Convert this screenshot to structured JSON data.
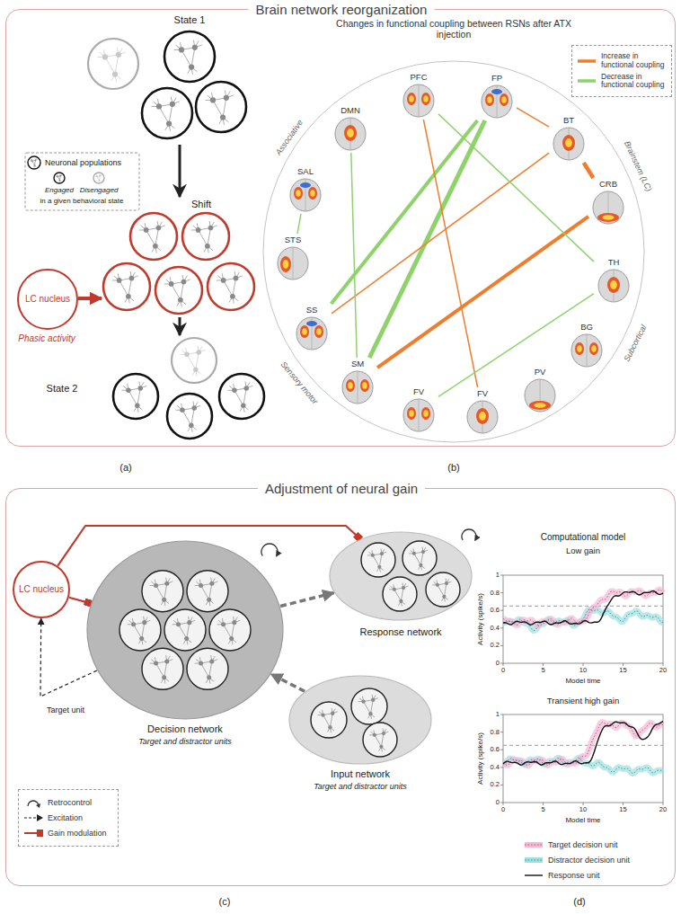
{
  "diagram": {
    "nodes": [
      {
        "text": [
          "Brain network reorganization"
        ]
      },
      {
        "text": [
          "State 1"
        ],
        "in": 0
      },
      {
        "text": [
          "Shift"
        ],
        "in": 0
      },
      {
        "text": [
          "LC nucleus"
        ],
        "in": 0
      },
      {
        "text": [
          "State 2"
        ],
        "in": 0
      },
      {
        "text": [
          "SAL"
        ],
        "in": 0
      },
      {
        "text": [
          "DMN"
        ],
        "in": 0
      },
      {
        "text": [
          "PFC"
        ],
        "in": 0
      },
      {
        "text": [
          "FP"
        ],
        "in": 0
      },
      {
        "text": [
          "BT"
        ],
        "in": 0
      },
      {
        "text": [
          "CRB"
        ],
        "in": 0
      },
      {
        "text": [
          "TH"
        ],
        "in": 0
      },
      {
        "text": [
          "BG"
        ],
        "in": 0
      },
      {
        "text": [
          "STS"
        ],
        "in": 0
      },
      {
        "text": [
          "SS"
        ],
        "in": 0
      },
      {
        "text": [
          "SM"
        ],
        "in": 0
      },
      {
        "text": [
          "FV"
        ],
        "in": 0
      },
      {
        "text": [
          "FV"
        ],
        "in": 0
      },
      {
        "text": [
          "PV"
        ],
        "in": 0
      },
      {
        "text": [
          "Adjustment of neural gain"
        ]
      },
      {
        "text": [
          "LC nucleus"
        ],
        "in": 19
      },
      {
        "text": [
          "Decision network",
          "Target and distractor units"
        ],
        "in": 19
      },
      {
        "text": [
          "Response network"
        ],
        "in": 19
      },
      {
        "text": [
          "Input network",
          "Target and distractor units"
        ],
        "in": 19
      }
    ],
    "edges": [
      {
        "from": 1,
        "to": 2,
        "arrow": "to"
      },
      {
        "from": 2,
        "to": 4,
        "arrow": "to"
      },
      {
        "from": 3,
        "to": 2,
        "arrow": "to"
      },
      {
        "from": 8,
        "to": 15,
        "arrow": "none"
      },
      {
        "from": 8,
        "to": 14,
        "arrow": "none"
      },
      {
        "from": 10,
        "to": 15,
        "arrow": "none"
      },
      {
        "from": 9,
        "to": 10,
        "arrow": "none"
      },
      {
        "from": 8,
        "to": 9,
        "arrow": "none"
      },
      {
        "from": 9,
        "to": 14,
        "arrow": "none"
      },
      {
        "from": 7,
        "to": 17,
        "arrow": "none"
      },
      {
        "from": 5,
        "to": 13,
        "arrow": "none"
      },
      {
        "from": 6,
        "to": 15,
        "arrow": "none"
      },
      {
        "from": 7,
        "to": 11,
        "arrow": "none"
      },
      {
        "from": 11,
        "to": 16,
        "arrow": "none"
      },
      {
        "from": 20,
        "to": 21,
        "arrow": "to"
      },
      {
        "from": 20,
        "to": 22,
        "arrow": "to"
      },
      {
        "from": 21,
        "to": 20,
        "label": "Target unit",
        "arrow": "to"
      },
      {
        "from": 23,
        "to": 21,
        "arrow": "to"
      },
      {
        "from": 21,
        "to": 22,
        "arrow": "to"
      }
    ],
    "labels": [
      "Neuronal populations",
      "Engaged",
      "Disengaged",
      "in a given behavioral state",
      "Phasic activity",
      "Changes in functional coupling between RSNs after ATX injection",
      "Associative",
      "Brainstem (LC)",
      "Subcortical",
      "Sensory motor",
      "(a)",
      "(b)",
      "Computational model",
      "Low gain",
      "Activity (spike/s)",
      "0",
      "0.2",
      "0.4",
      "0.6",
      "0.8",
      "1",
      "0",
      "5",
      "10",
      "15",
      "20",
      "Model time",
      "Transient high gain",
      "Activity (spike/s)",
      "0",
      "0.2",
      "0.4",
      "0.6",
      "0.8",
      "1",
      "0",
      "5",
      "10",
      "15",
      "20",
      "Model time",
      "(c)",
      "(d)"
    ],
    "legend": [
      {
        "text": "Increase in functional coupling"
      },
      {
        "text": "Decrease in functional coupling"
      },
      {
        "text": "Retrocontrol"
      },
      {
        "text": "Excitation"
      },
      {
        "text": "Gain modulation"
      },
      {
        "text": "Target decision unit"
      },
      {
        "text": "Distractor decision unit"
      },
      {
        "text": "Response unit"
      }
    ]
  }
}
